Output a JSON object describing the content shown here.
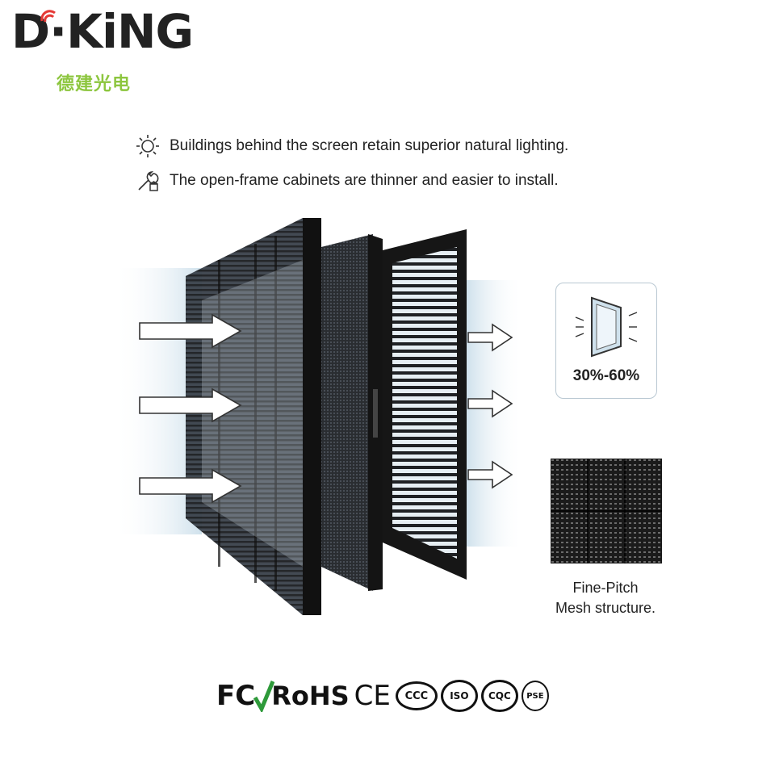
{
  "brand": {
    "logo_text": "D·KiNG",
    "logo_subtext": "德建光电"
  },
  "features": [
    {
      "icon": "sun-icon",
      "text": "Buildings behind the screen retain superior natural lighting."
    },
    {
      "icon": "wrench-icon",
      "text": "The open-frame cabinets are thinner and easier to install."
    }
  ],
  "light_card": {
    "icon": "window-light-icon",
    "percent": "30%-60%"
  },
  "mesh": {
    "caption_line1": "Fine-Pitch",
    "caption_line2": "Mesh structure."
  },
  "certifications": [
    "FC",
    "RoHS",
    "CE",
    "CCC",
    "ISO",
    "CQC",
    "PSE"
  ],
  "colors": {
    "brand_green": "#8dc63f",
    "brand_red": "#e53935",
    "frame_dark": "#1e1e1e",
    "accent_blue": "#dbe9f2"
  }
}
